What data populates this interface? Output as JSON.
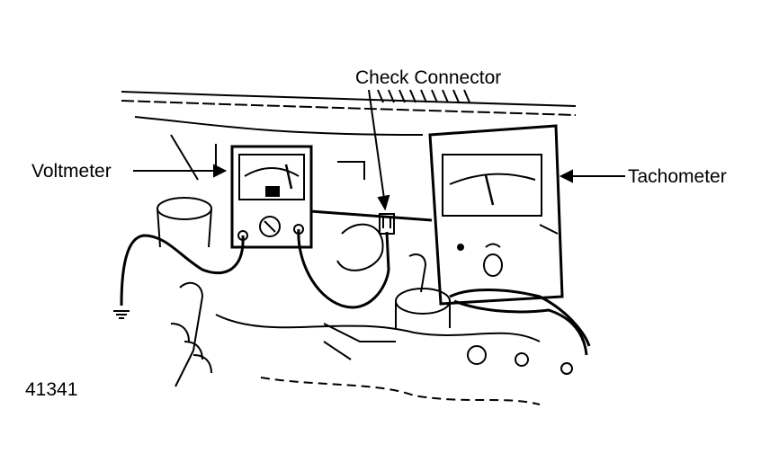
{
  "labels": {
    "check_connector": "Check Connector",
    "voltmeter": "Voltmeter",
    "tachometer": "Tachometer"
  },
  "figure_number": "41341",
  "colors": {
    "ink": "#000000",
    "background": "#ffffff"
  }
}
